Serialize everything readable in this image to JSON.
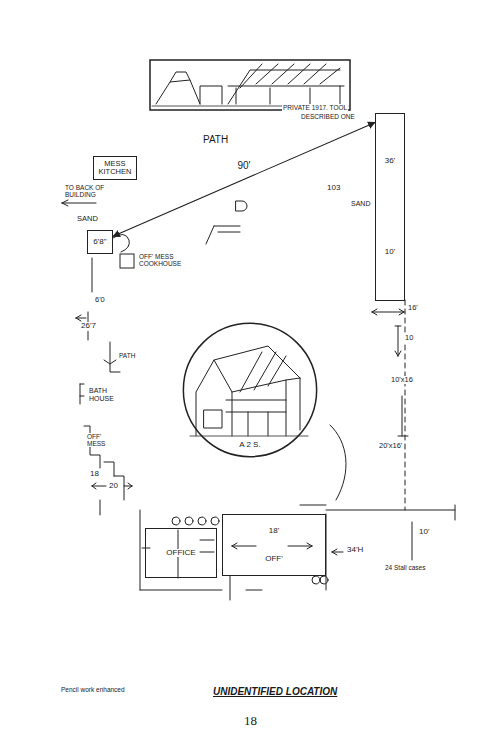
{
  "diagram": {
    "caption": "UNIDENTIFIED LOCATION",
    "nodes": [
      {
        "text": [
          "MESS KITCHEN"
        ]
      },
      {
        "text": [
          "6'8\""
        ]
      },
      {
        "text": [
          "A 2 S."
        ]
      },
      {
        "text": [
          "OFFICE"
        ]
      },
      {
        "text": [
          "18'",
          "OFF'"
        ]
      },
      {
        "text": [
          "36'",
          "10'"
        ]
      }
    ],
    "edges": [
      {
        "from": 1,
        "to": 5,
        "arrow": "both",
        "label": "90'"
      }
    ],
    "labels": [
      "PATH",
      "PRIVATE 1917. TOOL",
      "DESCRIBED ONE",
      "TO BACK OF BUILDING",
      "SAND",
      "OFF' MESS COOKHOUSE",
      "103",
      "SAND",
      "16'",
      "10",
      "10'x16",
      "20'x16'",
      "6'0",
      "26'7",
      "PATH",
      "BATH HOUSE",
      "OFF' MESS",
      "18",
      "20",
      "34'H",
      "10'",
      "24 Stall cases",
      "Pencil work enhanced",
      "18"
    ]
  }
}
